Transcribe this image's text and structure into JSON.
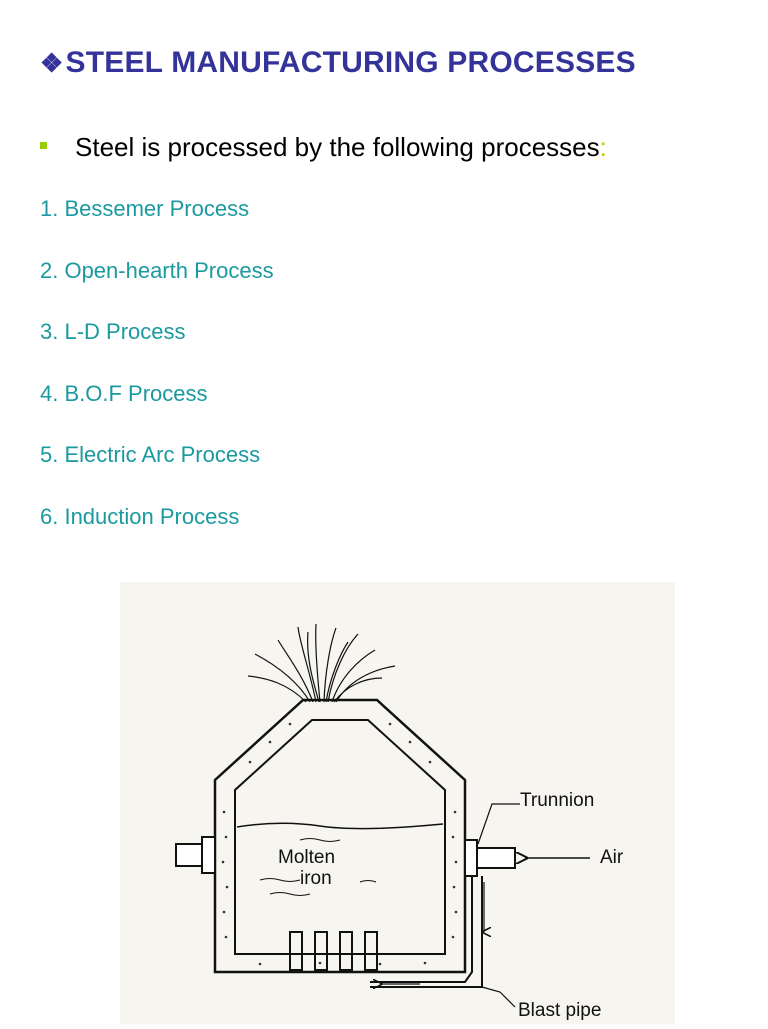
{
  "title": {
    "bullet": "❖",
    "text": "STEEL MANUFACTURING PROCESSES"
  },
  "intro": {
    "text": "Steel is processed by the following processes",
    "colon": ":"
  },
  "processes": [
    "1. Bessemer Process",
    "2. Open-hearth Process",
    "3. L-D Process",
    "4. B.O.F Process",
    "5. Electric Arc Process",
    "6. Induction Process"
  ],
  "figure": {
    "labels": {
      "trunnion": "Trunnion",
      "air": "Air",
      "molten": "Molten",
      "iron": "iron",
      "blast_pipe": "Blast pipe"
    }
  },
  "colors": {
    "title": "#33339a",
    "list": "#1a9aa0",
    "bullet": "#99cc00"
  }
}
